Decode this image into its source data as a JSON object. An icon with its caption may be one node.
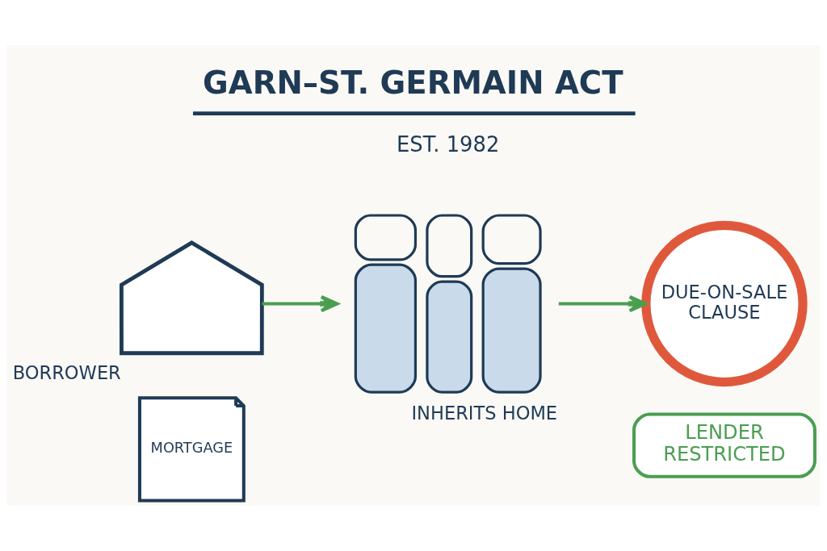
{
  "diagram": {
    "title": "GARN–ST. GERMAIN ACT",
    "nodes": [
      {
        "text": [],
        "shape": "house",
        "beside": [
          "BORROWER"
        ]
      },
      {
        "text": [
          "MORTGAGE"
        ]
      },
      {
        "text": [],
        "shape": "person",
        "beside": [
          "INHERITS HOME"
        ]
      },
      {
        "text": [
          "DUE-ON-SALE CLAUSE"
        ]
      },
      {
        "text": [
          "LENDER RESTRICTED"
        ]
      }
    ],
    "edges": [
      {
        "from": 0,
        "to": 2,
        "arrow": "to"
      },
      {
        "from": 2,
        "to": 3,
        "arrow": "to"
      }
    ],
    "labels": [
      "EST. 1982"
    ]
  }
}
